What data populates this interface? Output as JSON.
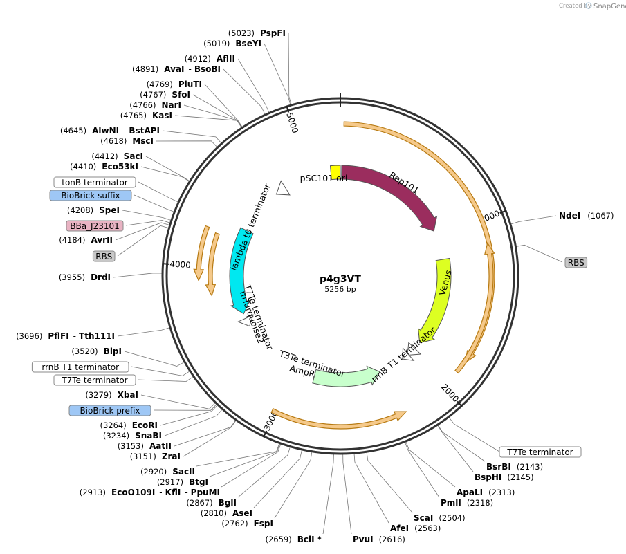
{
  "credit": {
    "prefix": "Created by",
    "brand": "SnapGene"
  },
  "plasmid": {
    "name": "p4g3VT",
    "length": 5256,
    "length_label": "5256 bp"
  },
  "ticks": [
    {
      "pos": 1000,
      "label": "1000"
    },
    {
      "pos": 2000,
      "label": "2000"
    },
    {
      "pos": 3000,
      "label": "3000"
    },
    {
      "pos": 4000,
      "label": "4000"
    },
    {
      "pos": 5000,
      "label": "5000"
    }
  ],
  "orfs": [
    {
      "start": 20,
      "end": 1820,
      "dir": 1
    },
    {
      "start": 1130,
      "end": 1890,
      "dir": -1
    },
    {
      "start": 2250,
      "end": 3020,
      "dir": -1
    },
    {
      "start": 3815,
      "end": 4220,
      "dir": -1
    },
    {
      "start": 3915,
      "end": 4240,
      "dir": -1
    }
  ],
  "features": [
    {
      "id": "pSC101 ori",
      "label": "pSC101 ori",
      "start": 5180,
      "end": 5256,
      "r": 150,
      "w": 20,
      "color": "#ffff00",
      "dir": 0,
      "label_text": true
    },
    {
      "id": "Rep101",
      "label": "Rep101",
      "start": 10,
      "end": 940,
      "r": 150,
      "w": 20,
      "color": "#9b2d5e",
      "dir": 1,
      "label_text": true,
      "inside": true
    },
    {
      "id": "Venus",
      "label": "Venus",
      "start": 1180,
      "end": 1900,
      "r": 150,
      "w": 20,
      "color": "#ddff22",
      "dir": 1,
      "label_text": true
    },
    {
      "id": "AmpR",
      "label": "AmpR",
      "start": 2300,
      "end": 2840,
      "r": 150,
      "w": 20,
      "color": "#c8ffcc",
      "dir": -1,
      "label_text": true
    },
    {
      "id": "mTurquoise2",
      "label": "mTurquoise2",
      "start": 3630,
      "end": 4320,
      "r": 150,
      "w": 20,
      "color": "#00e8f0",
      "dir": -1,
      "label_text": true
    },
    {
      "id": "rrnB T1 terminator",
      "label": "rrnB T1 terminator",
      "start": 1960,
      "end": 2040,
      "r": 150,
      "w": 16,
      "color": "#ffffff",
      "dir": 1,
      "label_text": true
    },
    {
      "id": "T3Te terminator",
      "label": "T3Te terminator",
      "start": 2030,
      "end": 2090,
      "r": 150,
      "w": 16,
      "color": "#ffffff",
      "dir": 1,
      "label_text": true
    },
    {
      "id": "T7Te terminator",
      "label": "T7Te terminator",
      "start": 3520,
      "end": 3590,
      "r": 150,
      "w": 16,
      "color": "#ffffff",
      "dir": -1,
      "label_text": true
    },
    {
      "id": "lambda t0 terminator",
      "label": "lambda t0 terminator",
      "start": 4700,
      "end": 4790,
      "r": 150,
      "w": 16,
      "color": "#ffffff",
      "dir": -1,
      "label_text": true
    }
  ],
  "sites_left": [
    {
      "name": "PspFI",
      "pos": "(5023)",
      "bp": 5023
    },
    {
      "name": "BseYI",
      "pos": "(5019)",
      "bp": 5019
    },
    {
      "name": "AflII",
      "pos": "(4912)",
      "bp": 4912
    },
    {
      "name": "AvaI",
      "pos": "(4891)",
      "bp": 4891,
      "extra": "BsoBI"
    },
    {
      "name": "PluTI",
      "pos": "(4769)",
      "bp": 4769
    },
    {
      "name": "SfoI",
      "pos": "(4767)",
      "bp": 4767
    },
    {
      "name": "NarI",
      "pos": "(4766)",
      "bp": 4766
    },
    {
      "name": "KasI",
      "pos": "(4765)",
      "bp": 4765
    },
    {
      "name": "AlwNI",
      "pos": "(4645)",
      "bp": 4645,
      "extra": "BstAPI"
    },
    {
      "name": "MscI",
      "pos": "(4618)",
      "bp": 4618
    },
    {
      "name": "SacI",
      "pos": "(4412)",
      "bp": 4412
    },
    {
      "name": "Eco53kI",
      "pos": "(4410)",
      "bp": 4410
    },
    {
      "box": "tonB terminator",
      "box_color": "#ffffff",
      "bp": 4300
    },
    {
      "box": "BioBrick suffix",
      "box_color": "#9ec7f5",
      "bp": 4250
    },
    {
      "name": "SpeI",
      "pos": "(4208)",
      "bp": 4208
    },
    {
      "box": "BBa_J23101",
      "box_color": "#e9b3c3",
      "bp": 4195
    },
    {
      "name": "AvrII",
      "pos": "(4184)",
      "bp": 4184
    },
    {
      "box": "RBS",
      "box_color": "#c8c8c8",
      "bp": 4170
    },
    {
      "name": "DrdI",
      "pos": "(3955)",
      "bp": 3955
    },
    {
      "name": "PflFI",
      "pos": "(3696)",
      "bp": 3696,
      "extra": "Tth111I"
    },
    {
      "name": "BlpI",
      "pos": "(3520)",
      "bp": 3520
    },
    {
      "box": "rrnB T1 terminator",
      "box_color": "#ffffff",
      "bp": 3470
    },
    {
      "box": "T7Te terminator",
      "box_color": "#ffffff",
      "bp": 3440
    },
    {
      "name": "XbaI",
      "pos": "(3279)",
      "bp": 3279
    },
    {
      "box": "BioBrick prefix",
      "box_color": "#9ec7f5",
      "bp": 3270
    },
    {
      "name": "EcoRI",
      "pos": "(3264)",
      "bp": 3264
    },
    {
      "name": "SnaBI",
      "pos": "(3234)",
      "bp": 3234
    },
    {
      "name": "AatII",
      "pos": "(3153)",
      "bp": 3153
    },
    {
      "name": "ZraI",
      "pos": "(3151)",
      "bp": 3151
    }
  ],
  "sites_bottom": [
    {
      "name": "SacII",
      "pos": "(2920)",
      "bp": 2920
    },
    {
      "name": "BtgI",
      "pos": "(2917)",
      "bp": 2917
    },
    {
      "name": "EcoO109I",
      "pos": "(2913)",
      "bp": 2913,
      "extra": "KflI",
      "extra2": "PpuMI"
    },
    {
      "name": "BglI",
      "pos": "(2867)",
      "bp": 2867
    },
    {
      "name": "AseI",
      "pos": "(2810)",
      "bp": 2810
    },
    {
      "name": "FspI",
      "pos": "(2762)",
      "bp": 2762
    },
    {
      "name": "BclI *",
      "pos": "(2659)",
      "bp": 2659
    },
    {
      "name": "PvuI",
      "pos": "(2616)",
      "bp": 2616
    },
    {
      "name": "AfeI",
      "pos": "(2563)",
      "bp": 2563
    },
    {
      "name": "ScaI",
      "pos": "(2504)",
      "bp": 2504
    },
    {
      "name": "PmlI",
      "pos": "(2318)",
      "bp": 2318
    },
    {
      "name": "ApaLI",
      "pos": "(2313)",
      "bp": 2313
    },
    {
      "name": "BspHI",
      "pos": "(2145)",
      "bp": 2145
    },
    {
      "name": "BsrBI",
      "pos": "(2143)",
      "bp": 2143
    },
    {
      "box": "T7Te terminator",
      "box_color": "#ffffff",
      "bp": 2080
    }
  ],
  "sites_right": [
    {
      "name": "NdeI",
      "pos": "(1067)",
      "bp": 1067
    },
    {
      "box": "RBS",
      "box_color": "#c8c8c8",
      "bp": 1175
    }
  ]
}
